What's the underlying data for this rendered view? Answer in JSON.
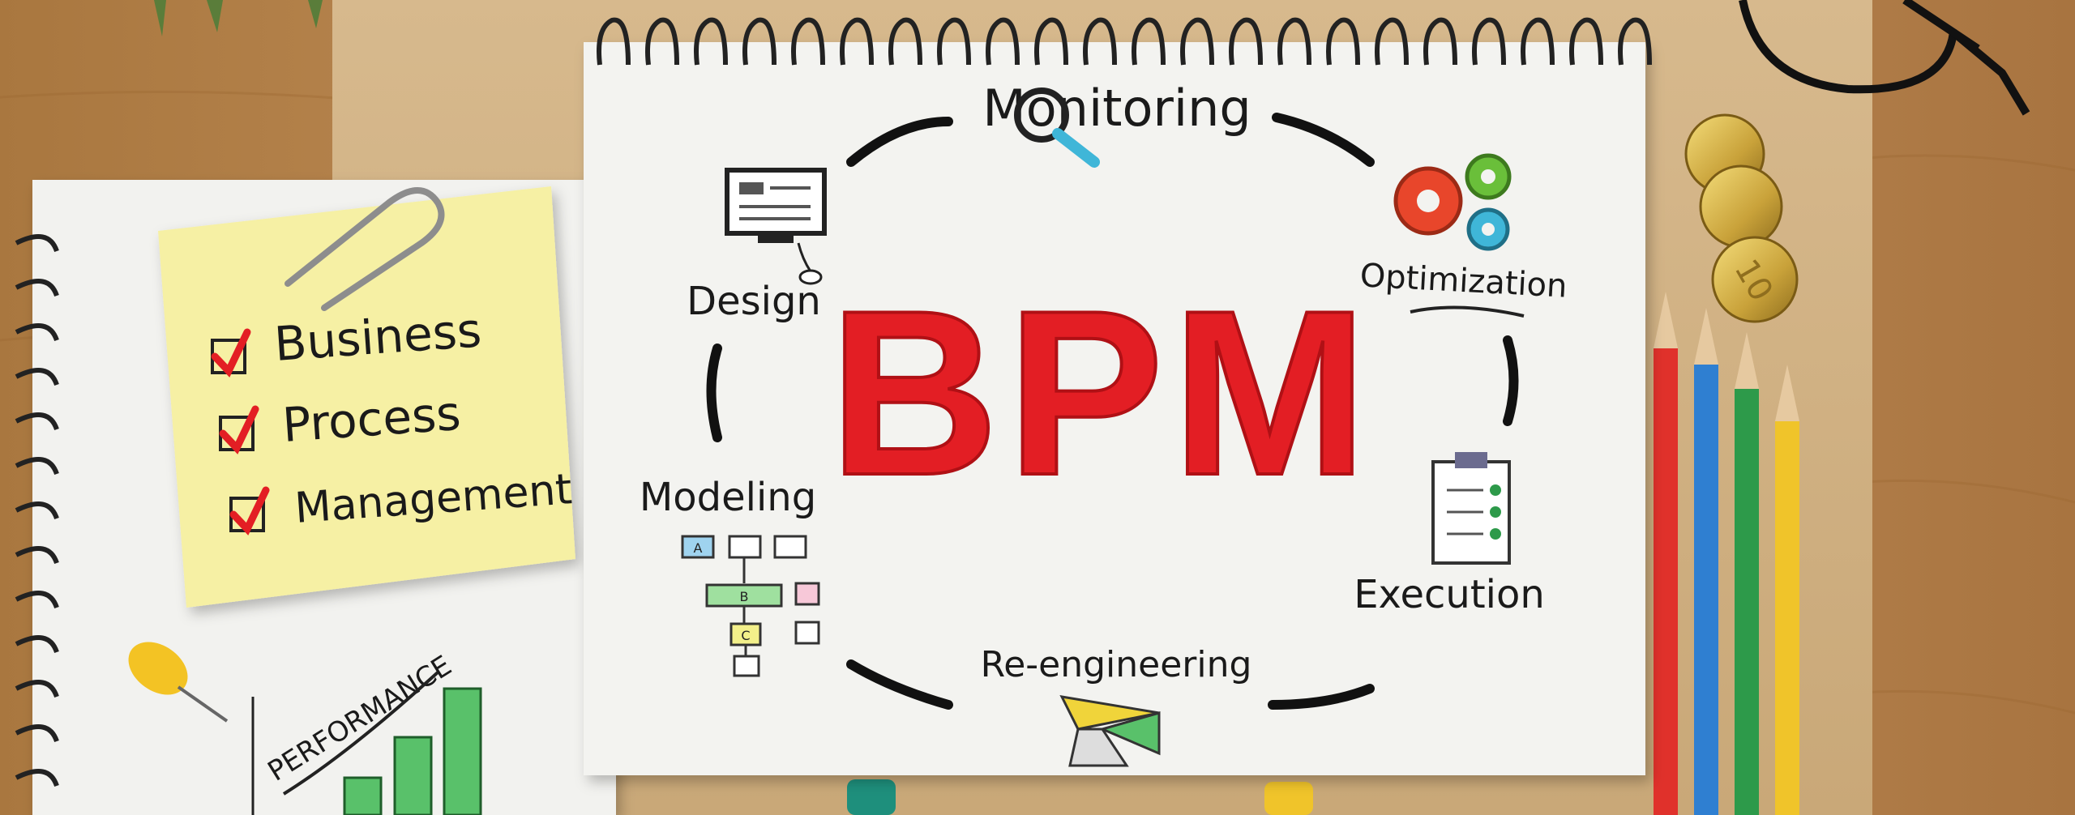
{
  "sticky_note": {
    "items": [
      {
        "label": "Business"
      },
      {
        "label": "Process"
      },
      {
        "label": "Management"
      }
    ]
  },
  "performance_label": "PERFORMANCE",
  "center_title": "BPM",
  "cycle": {
    "monitoring": "Monitoring",
    "optimization": "Optimization",
    "execution": "Execution",
    "reengineering": "Re-engineering",
    "modeling": "Modeling",
    "design": "Design"
  },
  "diagram_blocks": {
    "a": "A",
    "b": "B",
    "c": "C"
  },
  "colors": {
    "accent_red": "#e31e24",
    "sticky_yellow": "#f6f0a4",
    "gear_red": "#e8462b",
    "gear_green": "#6abf3a",
    "gear_blue": "#3fb6d8"
  }
}
